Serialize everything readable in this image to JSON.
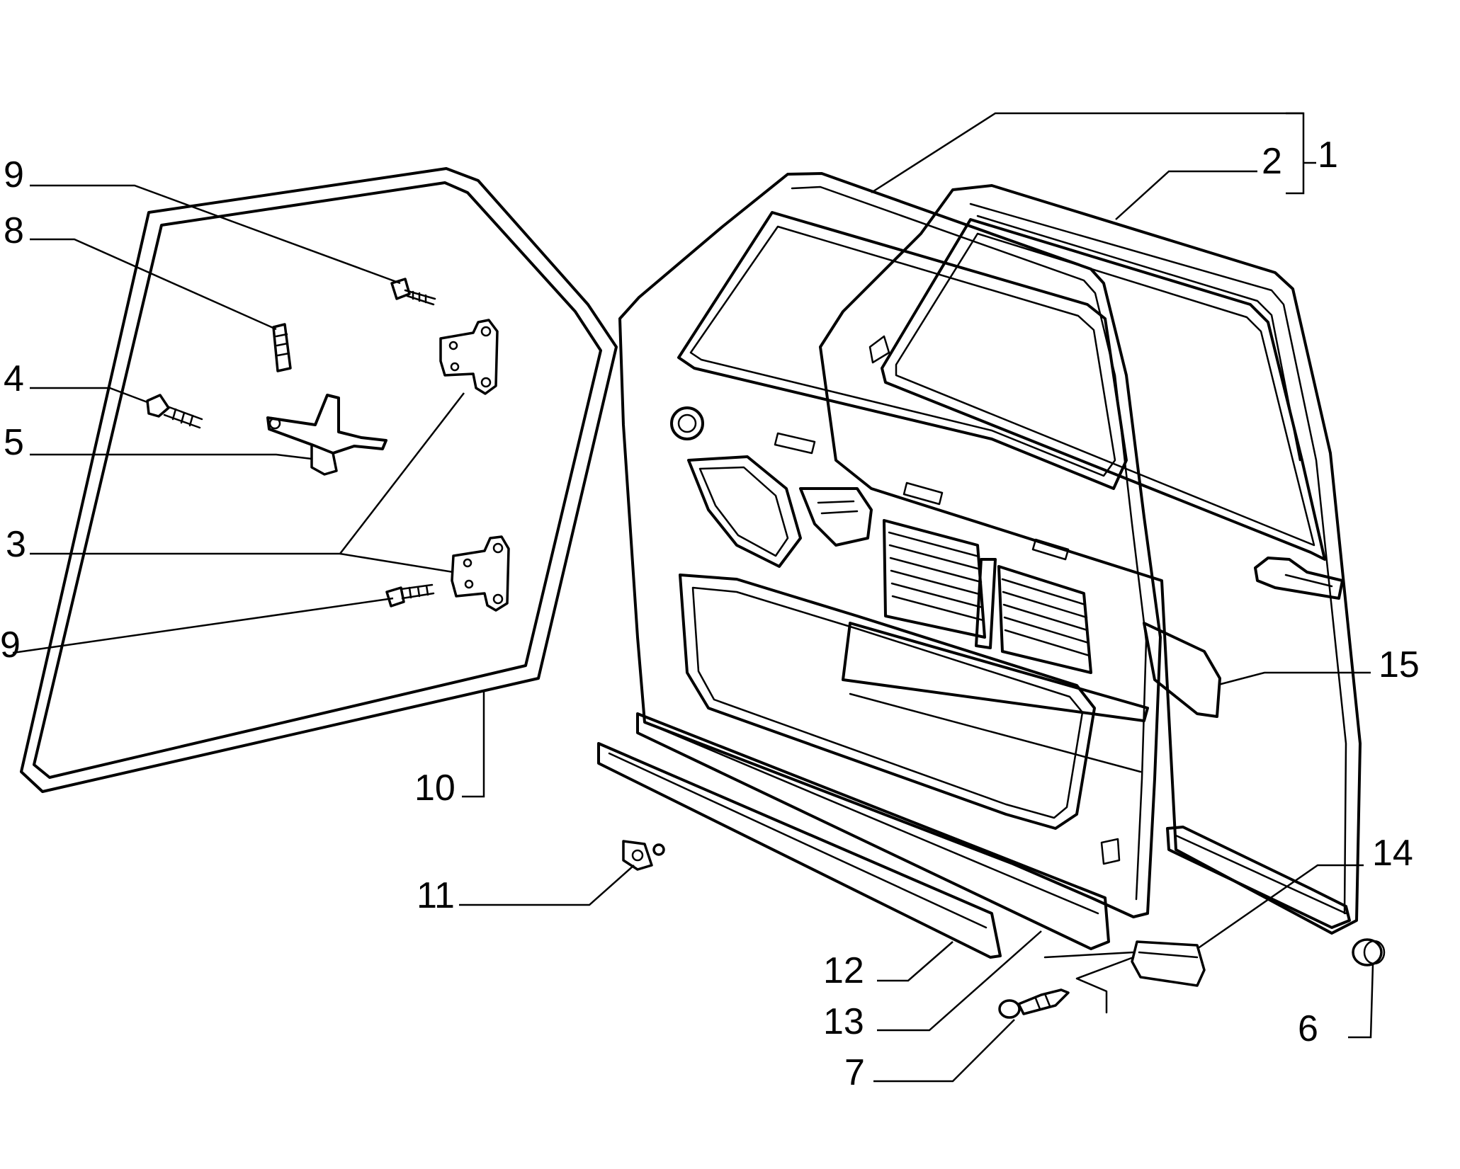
{
  "callouts": [
    {
      "id": "c1",
      "text": "1"
    },
    {
      "id": "c2",
      "text": "2"
    },
    {
      "id": "c3",
      "text": "3"
    },
    {
      "id": "c4",
      "text": "4"
    },
    {
      "id": "c5",
      "text": "5"
    },
    {
      "id": "c6",
      "text": "6"
    },
    {
      "id": "c7",
      "text": "7"
    },
    {
      "id": "c8",
      "text": "8"
    },
    {
      "id": "c9a",
      "text": "9"
    },
    {
      "id": "c9b",
      "text": "9"
    },
    {
      "id": "c10",
      "text": "10"
    },
    {
      "id": "c11",
      "text": "11"
    },
    {
      "id": "c12",
      "text": "12"
    },
    {
      "id": "c13",
      "text": "13"
    },
    {
      "id": "c14",
      "text": "14"
    },
    {
      "id": "c15",
      "text": "15"
    }
  ]
}
